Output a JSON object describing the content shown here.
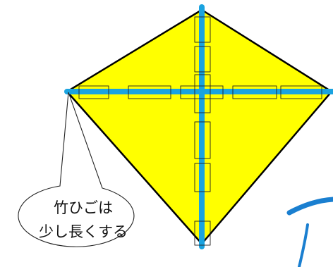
{
  "callout": {
    "line1": "竹ひごは",
    "line2": "少し長くする"
  },
  "colors": {
    "kite_fill": "#ffff00",
    "kite_outline": "#000000",
    "bamboo_stick": "#1aa3e0",
    "tape_outline": "#222222",
    "callout_outline": "#222222",
    "callout_fill": "#ffffff",
    "flow_curve": "#1a7fd0"
  },
  "icons": {
    "kite": "diamond-kite",
    "sticks": "cross-bamboo-sticks",
    "tape": "paper-tape-strips"
  }
}
